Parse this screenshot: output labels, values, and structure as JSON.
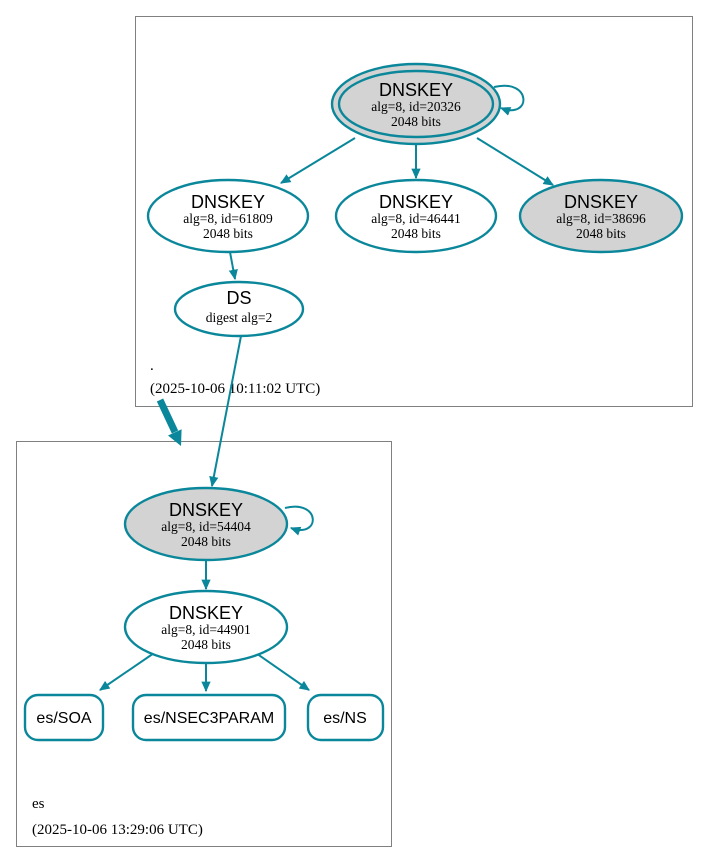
{
  "diagram_type": "dnssec-authentication-chain",
  "colors": {
    "edge_teal": "#0a879a",
    "validated_key_fill": "#d3d3d3",
    "plain_key_fill": "#ffffff",
    "zone_box_border": "#808080",
    "text": "#000000"
  },
  "root_zone": {
    "label": ".",
    "timestamp": "(2025-10-06 10:11:02 UTC)",
    "ksk": {
      "title": "DNSKEY",
      "detail1": "alg=8, id=20326",
      "detail2": "2048 bits"
    },
    "zsk_left": {
      "title": "DNSKEY",
      "detail1": "alg=8, id=61809",
      "detail2": "2048 bits"
    },
    "zsk_mid": {
      "title": "DNSKEY",
      "detail1": "alg=8, id=46441",
      "detail2": "2048 bits"
    },
    "ksk_right": {
      "title": "DNSKEY",
      "detail1": "alg=8, id=38696",
      "detail2": "2048 bits"
    },
    "ds": {
      "title": "DS",
      "detail1": "digest alg=2"
    }
  },
  "es_zone": {
    "label": "es",
    "timestamp": "(2025-10-06 13:29:06 UTC)",
    "ksk": {
      "title": "DNSKEY",
      "detail1": "alg=8, id=54404",
      "detail2": "2048 bits"
    },
    "zsk": {
      "title": "DNSKEY",
      "detail1": "alg=8, id=44901",
      "detail2": "2048 bits"
    },
    "rrsets": [
      {
        "label": "es/SOA"
      },
      {
        "label": "es/NSEC3PARAM"
      },
      {
        "label": "es/NS"
      }
    ]
  }
}
